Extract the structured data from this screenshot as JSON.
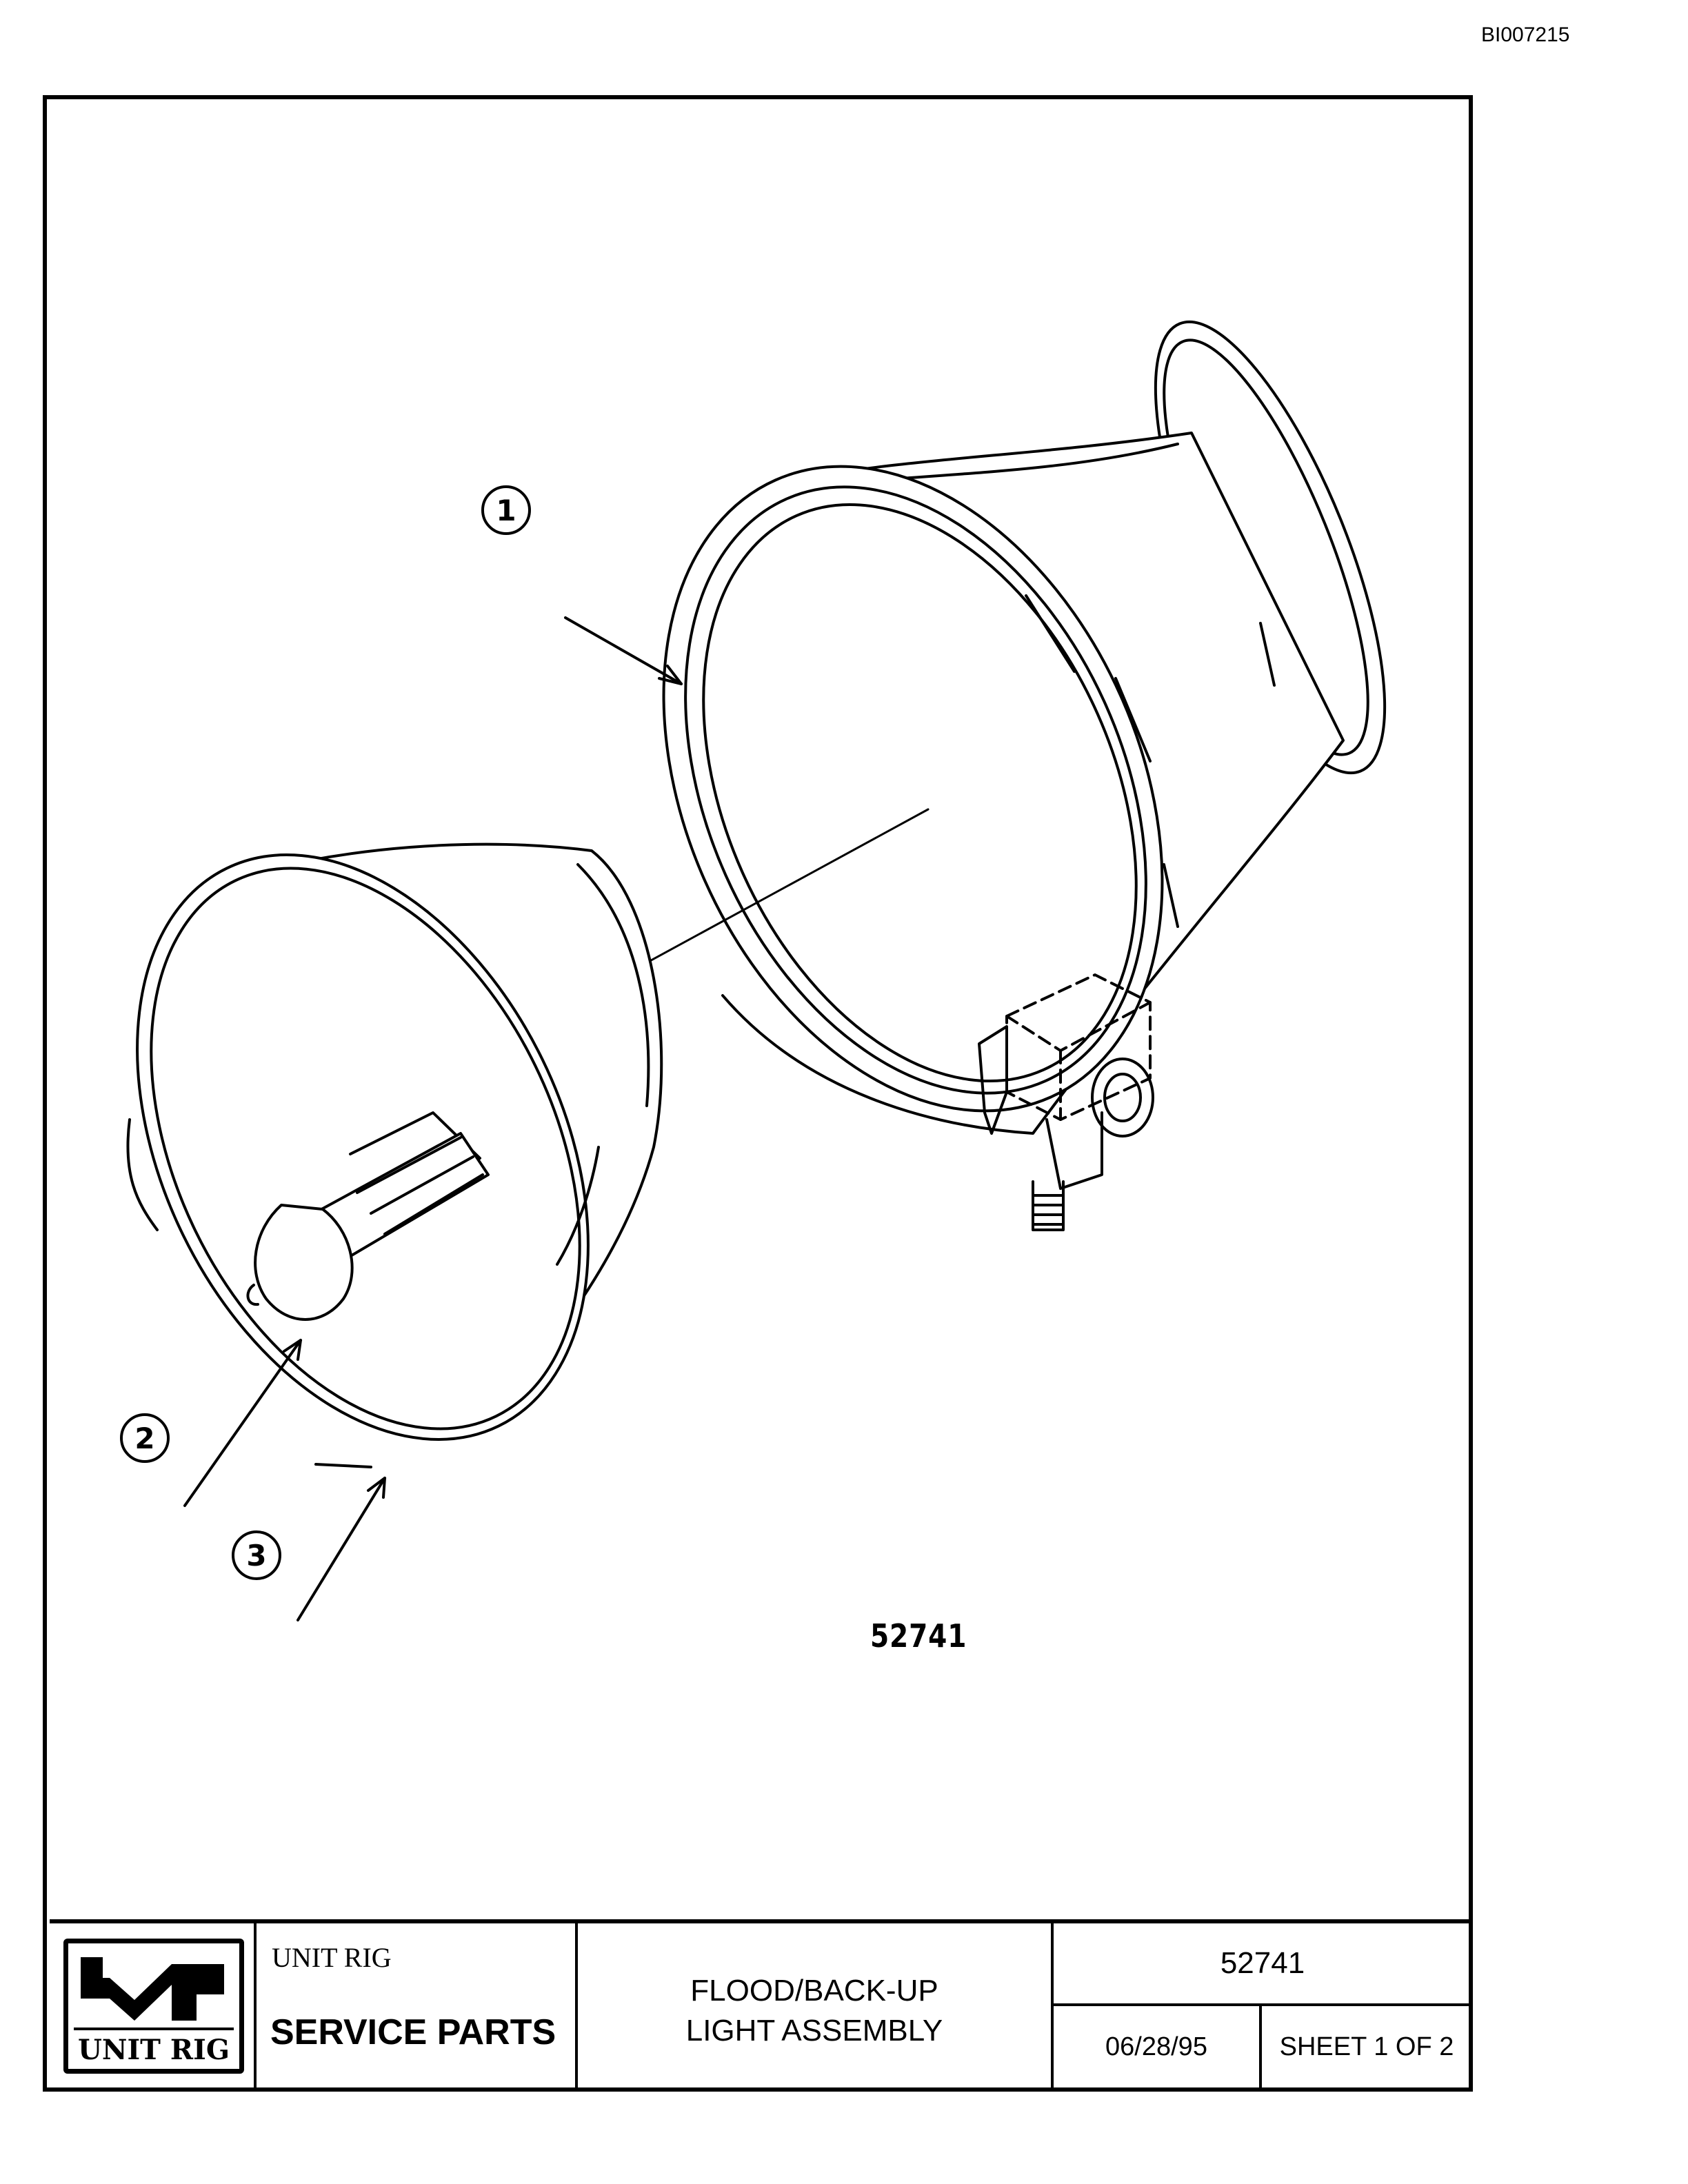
{
  "document_id": "BI007215",
  "figure_number": "52741",
  "callouts": [
    "1",
    "2",
    "3"
  ],
  "title_block": {
    "logo_text": "UNIT RIG",
    "company": "UNIT RIG",
    "department": "SERVICE PARTS",
    "title_line_1": "FLOOD/BACK-UP",
    "title_line_2": "LIGHT ASSEMBLY",
    "part_number": "52741",
    "date": "06/28/95",
    "sheet": "SHEET 1 OF 2"
  }
}
